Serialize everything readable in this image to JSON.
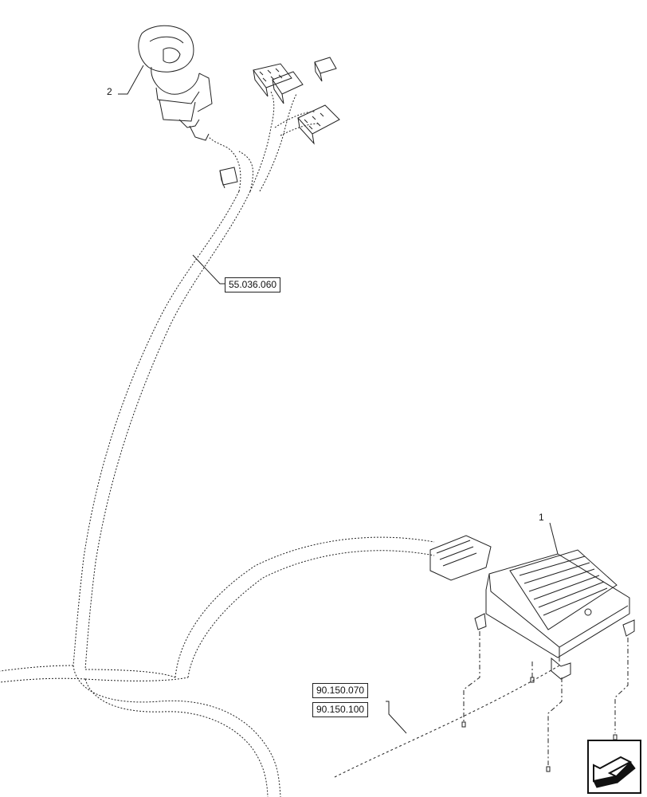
{
  "callouts": {
    "item_1": "1",
    "item_2": "2"
  },
  "references": {
    "harness_ref": "55.036.060",
    "mount_ref_a": "90.150.070",
    "mount_ref_b": "90.150.100"
  },
  "icons": {
    "joystick": "joystick-icon",
    "control_unit": "ecu-module-icon",
    "navigation": "previous-page-arrow-icon"
  },
  "colors": {
    "line": "#222222",
    "background": "#ffffff"
  }
}
